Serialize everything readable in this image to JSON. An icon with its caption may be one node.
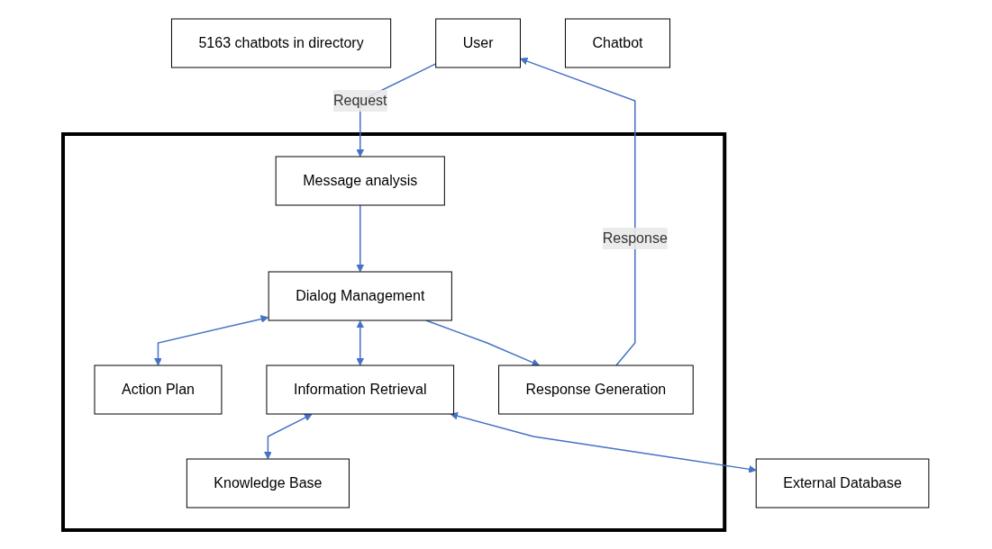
{
  "diagram": {
    "nodes": [
      {
        "text": [
          "5163 chatbots in directory"
        ]
      },
      {
        "text": [
          "User"
        ]
      },
      {
        "text": [
          "Chatbot"
        ]
      },
      {
        "text": [],
        "shape": "box"
      },
      {
        "text": [
          "Message analysis"
        ],
        "in": 3
      },
      {
        "text": [
          "Action Plan"
        ],
        "in": 3
      },
      {
        "text": [
          "Dialog Management"
        ],
        "in": 3
      },
      {
        "text": [
          "Information Retrieval"
        ],
        "in": 3
      },
      {
        "text": [
          "External Database"
        ]
      },
      {
        "text": [
          "Response Generation"
        ],
        "in": 3
      },
      {
        "text": [
          "Knowledge Base"
        ],
        "in": 3
      }
    ],
    "edges": [
      {
        "from": 1,
        "to": 4,
        "arrow": "to",
        "label": "Request"
      },
      {
        "from": 4,
        "to": 6,
        "arrow": "to"
      },
      {
        "from": 6,
        "to": 5,
        "arrow": "both"
      },
      {
        "from": 6,
        "to": 7,
        "arrow": "both"
      },
      {
        "from": 7,
        "to": 8,
        "arrow": "both"
      },
      {
        "from": 7,
        "to": 10,
        "arrow": "both"
      },
      {
        "from": 6,
        "to": 9,
        "arrow": "to"
      },
      {
        "from": 9,
        "to": 1,
        "arrow": "to",
        "label": "Response"
      }
    ]
  }
}
